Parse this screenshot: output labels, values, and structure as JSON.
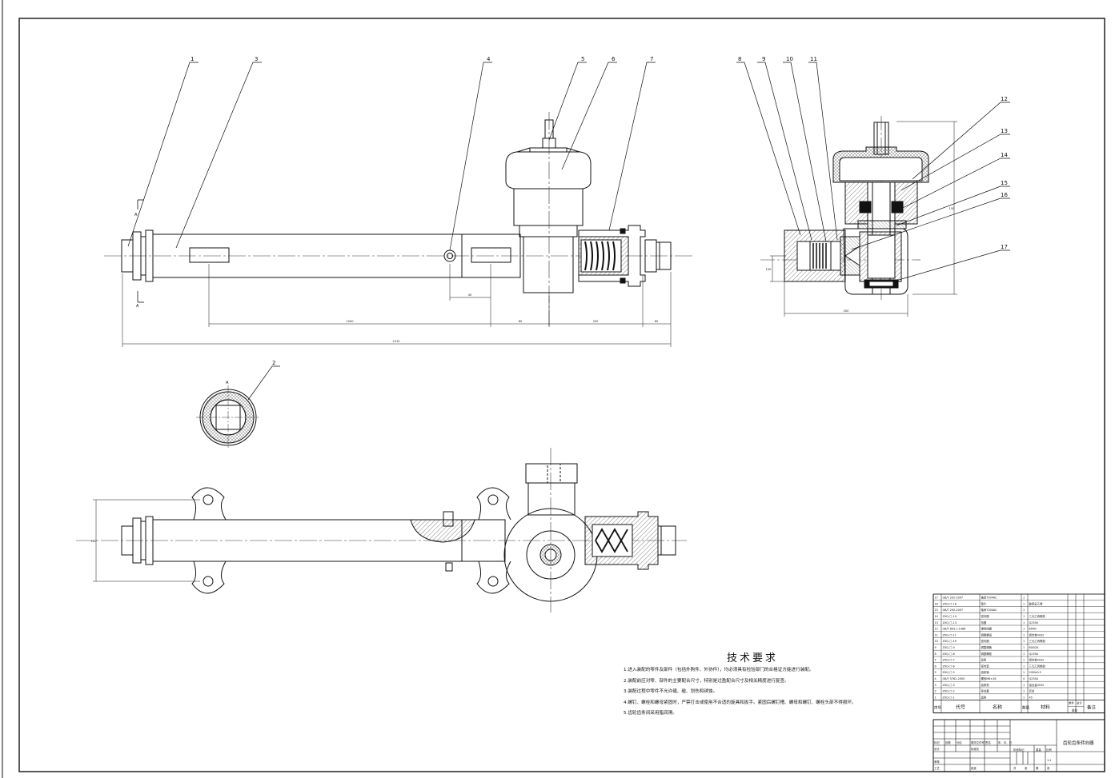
{
  "balloons": [
    "1",
    "3",
    "4",
    "5",
    "6",
    "7",
    "8",
    "9",
    "10",
    "11",
    "12",
    "13",
    "14",
    "15",
    "16",
    "17",
    "2"
  ],
  "section_mark": "A",
  "dimensions": {
    "main": [
      "1000",
      "40",
      "80",
      "200",
      "80",
      "1010"
    ],
    "bottom": "1",
    "right_h": "150",
    "right_w": "100",
    "right_ht": "200",
    "bottom_h": "100",
    "detail": "1:1",
    "tiny": "5"
  },
  "tech_req": {
    "title": "技术要求",
    "items": [
      "1.进入装配的零件及部件（包括外购件、外协件），均必须具有检验部门的合格证方能进行装配。",
      "2.装配前应对零、部件的主要配合尺寸，特别是过盈配合尺寸及相关精度进行复查。",
      "3.装配过程中零件不允许磕、碰、划伤和锈蚀。",
      "4.螺钉、螺栓和螺母紧固时，严禁打击或使用不合适的旋具和扳手。紧固后螺钉槽、螺母和螺钉、螺栓头部不得损坏。",
      "5.齿轮齿条间采用脂润滑。"
    ]
  },
  "bom": {
    "rows": [
      {
        "no": "17",
        "code": "GB/T 292-2007",
        "name": "轴承7004AC",
        "qty": "1",
        "mat": ""
      },
      {
        "no": "16",
        "code": "ZXQ-□-16",
        "name": "垫片",
        "qty": "1",
        "mat": "聚四氟乙烯"
      },
      {
        "no": "15",
        "code": "GB/T 292-2007",
        "name": "轴承7004AC",
        "qty": "1",
        "mat": ""
      },
      {
        "no": "14",
        "code": "ZXQ-□-14",
        "name": "密封圈",
        "qty": "1",
        "mat": "三元乙丙橡胶"
      },
      {
        "no": "13",
        "code": "ZXQ-□-13",
        "name": "挡圈",
        "qty": "1",
        "mat": "Q235A"
      },
      {
        "no": "12",
        "code": "GB/T 893.1-1986",
        "name": "弹性挡圈",
        "qty": "1",
        "mat": "65Mn"
      },
      {
        "no": "11",
        "code": "ZXQ-□-11",
        "name": "调整螺母",
        "qty": "1",
        "mat": "铝合金4032"
      },
      {
        "no": "10",
        "code": "ZXQ-□-10",
        "name": "密封圈",
        "qty": "1",
        "mat": "三元乙丙橡胶"
      },
      {
        "no": "9",
        "code": "ZXQ-□-9",
        "name": "调整弹簧",
        "qty": "1",
        "mat": "60Si2A"
      },
      {
        "no": "8",
        "code": "ZXQ-□-8",
        "name": "调整螺栓",
        "qty": "1",
        "mat": "Q235A"
      },
      {
        "no": "7",
        "code": "ZXQ-□-7",
        "name": "齿条",
        "qty": "1",
        "mat": "铝合金4032"
      },
      {
        "no": "6",
        "code": "ZXQ-□-6",
        "name": "密封垫",
        "qty": "1",
        "mat": "三元乙丙橡胶"
      },
      {
        "no": "5",
        "code": "ZXQ-□-5",
        "name": "齿轮轴",
        "qty": "1",
        "mat": "20MnCr5"
      },
      {
        "no": "4",
        "code": "GB/T 5782-2000",
        "name": "螺栓M8×16",
        "qty": "4",
        "mat": "Q235A"
      },
      {
        "no": "3",
        "code": "ZXQ-□-3",
        "name": "齿条壳",
        "qty": "1",
        "mat": "铝合金4032"
      },
      {
        "no": "2",
        "code": "ZXQ-□-2",
        "name": "导向套",
        "qty": "1",
        "mat": "尼龙"
      },
      {
        "no": "1",
        "code": "ZXQ-□-1",
        "name": "齿条",
        "qty": "1",
        "mat": "45"
      }
    ],
    "header": {
      "no": "序号",
      "code": "代号",
      "name": "名称",
      "qty": "数量",
      "mat": "材料",
      "single": "单件",
      "total": "总计",
      "weight": "重量",
      "remark": "备注"
    }
  },
  "title_block": {
    "drawing_name": "齿轮齿条转向器",
    "labels": [
      "标记",
      "处数",
      "分区",
      "更改文件号",
      "签名",
      "年、月、日",
      "设计",
      "标准化",
      "阶段标记",
      "重量",
      "比例",
      "审核",
      "工艺",
      "批准",
      "共",
      "张",
      "第",
      "张"
    ],
    "scale": "1:1"
  },
  "colors": {
    "line": "#111111",
    "center": "#333333",
    "hatch": "#444444"
  }
}
